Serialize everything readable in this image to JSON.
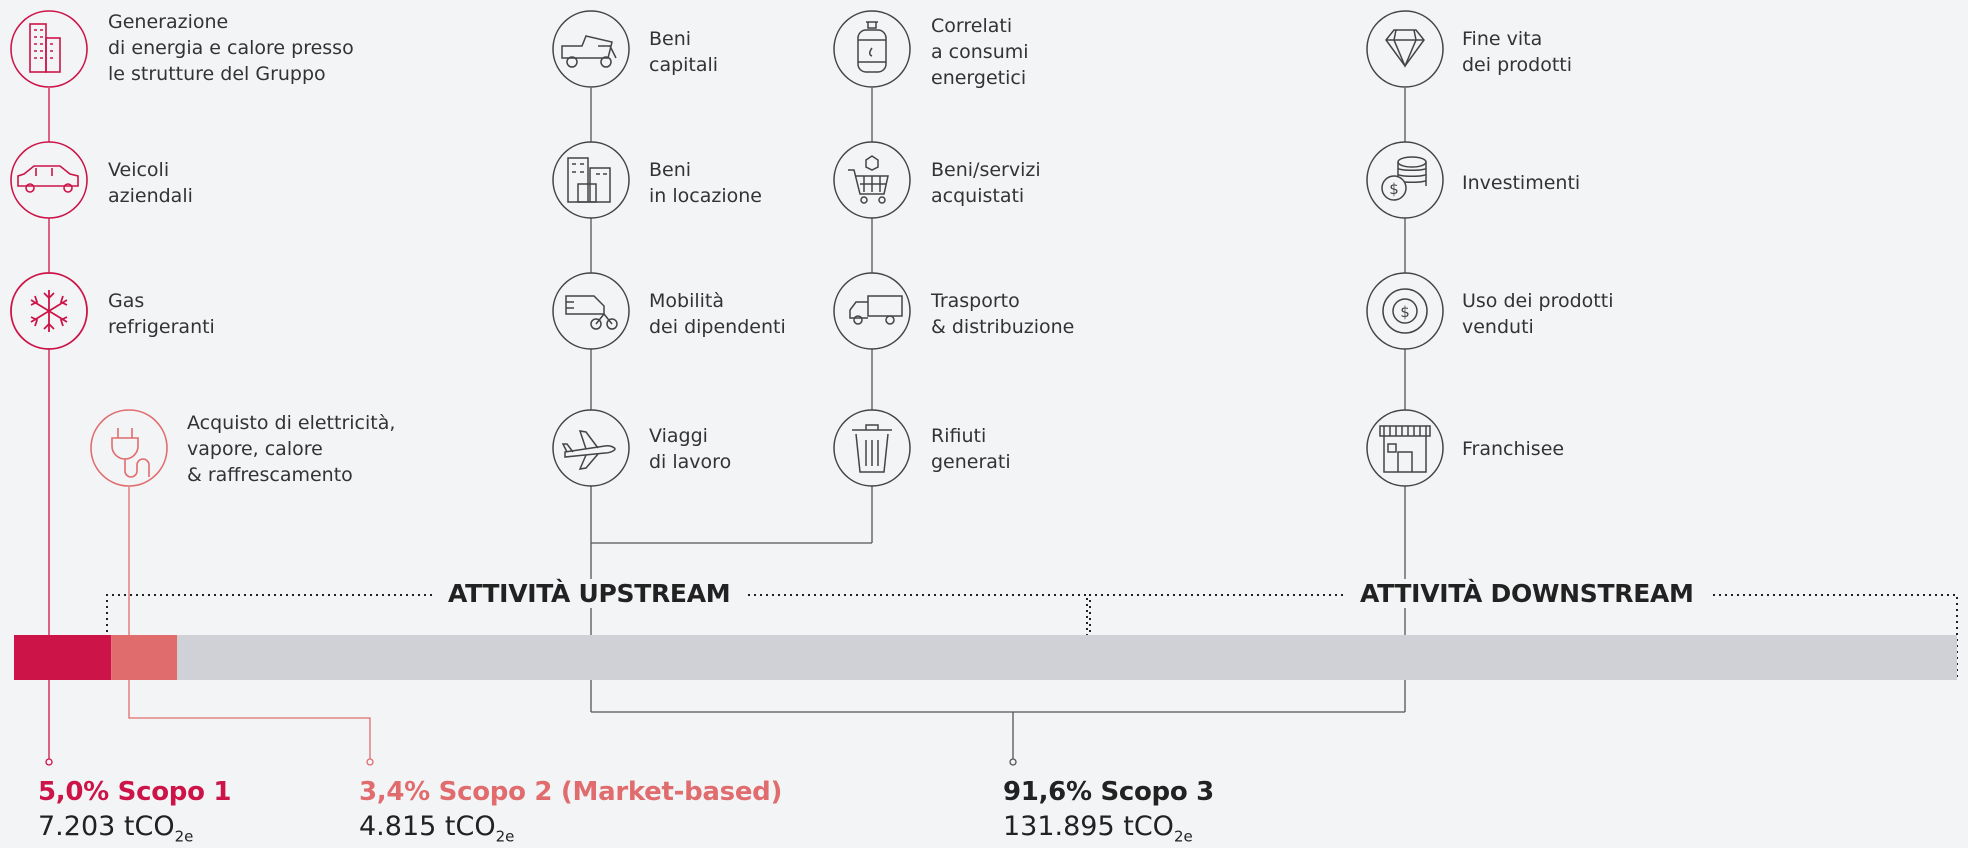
{
  "colors": {
    "scope1": "#cc1448",
    "scope2": "#e06c6e",
    "scope3": "#cfd1d6",
    "line": "#555555",
    "background": "#f3f4f6"
  },
  "scope1_nodes": [
    {
      "icon": "building-icon",
      "lines": [
        "Generazione",
        "di energia e calore presso",
        "le strutture del Gruppo"
      ]
    },
    {
      "icon": "car-icon",
      "lines": [
        "Veicoli",
        "aziendali"
      ]
    },
    {
      "icon": "snowflake-icon",
      "lines": [
        "Gas",
        "refrigeranti"
      ]
    }
  ],
  "scope2_node": {
    "icon": "plug-icon",
    "lines": [
      "Acquisto di elettricità,",
      "vapore, calore",
      "& raffrescamento"
    ]
  },
  "upstream_col1": [
    {
      "icon": "dump-truck-icon",
      "lines": [
        "Beni",
        "capitali"
      ]
    },
    {
      "icon": "leased-building-icon",
      "lines": [
        "Beni",
        "in locazione"
      ]
    },
    {
      "icon": "commute-icon",
      "lines": [
        "Mobilità",
        "dei dipendenti"
      ]
    },
    {
      "icon": "airplane-icon",
      "lines": [
        "Viaggi",
        "di lavoro"
      ]
    }
  ],
  "upstream_col2": [
    {
      "icon": "gas-cylinder-icon",
      "lines": [
        "Correlati",
        "a consumi",
        "energetici"
      ]
    },
    {
      "icon": "shopping-cart-icon",
      "lines": [
        "Beni/servizi",
        "acquistati"
      ]
    },
    {
      "icon": "truck-icon",
      "lines": [
        "Trasporto",
        "& distribuzione"
      ]
    },
    {
      "icon": "trash-bin-icon",
      "lines": [
        "Rifiuti",
        "generati"
      ]
    }
  ],
  "downstream_col": [
    {
      "icon": "diamond-icon",
      "lines": [
        "Fine vita",
        "dei prodotti"
      ]
    },
    {
      "icon": "coins-icon",
      "lines": [
        "Investimenti"
      ]
    },
    {
      "icon": "dollar-cycle-icon",
      "lines": [
        "Uso dei prodotti",
        "venduti"
      ]
    },
    {
      "icon": "storefront-icon",
      "lines": [
        "Franchisee"
      ]
    }
  ],
  "bands": {
    "upstream": "ATTIVITÀ UPSTREAM",
    "downstream": "ATTIVITÀ DOWNSTREAM"
  },
  "scopes": [
    {
      "key": "scope1",
      "percent": 5.0,
      "label": "5,0% Scopo 1",
      "value": "7.203 tCO",
      "subscript": "2e"
    },
    {
      "key": "scope2",
      "percent": 3.4,
      "label": "3,4% Scopo 2 (Market-based)",
      "value": "4.815 tCO",
      "subscript": "2e"
    },
    {
      "key": "scope3",
      "percent": 91.6,
      "label": "91,6% Scopo 3",
      "value": "131.895 tCO",
      "subscript": "2e"
    }
  ]
}
